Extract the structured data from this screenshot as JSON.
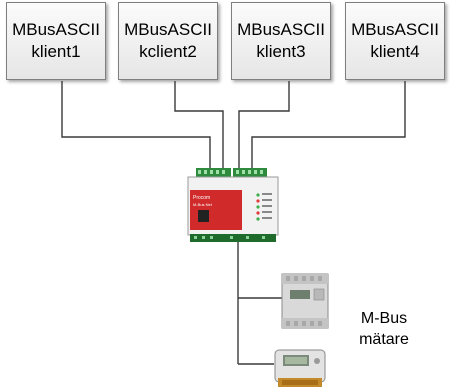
{
  "clients": [
    {
      "line1": "MBusASCII",
      "line2": "klient1"
    },
    {
      "line1": "MBusASCII",
      "line2": "kclient2"
    },
    {
      "line1": "MBusASCII",
      "line2": "klient3"
    },
    {
      "line1": "MBusASCII",
      "line2": "klient4"
    }
  ],
  "meters_label": {
    "line1": "M-Bus",
    "line2": "mätare"
  },
  "device": {
    "brand_text": "Procom",
    "brand_sub": "M-Bus Net",
    "accent": "#d12a2a",
    "body": "#f2f2f2"
  },
  "colors": {
    "wire": "#3a3a3a"
  }
}
